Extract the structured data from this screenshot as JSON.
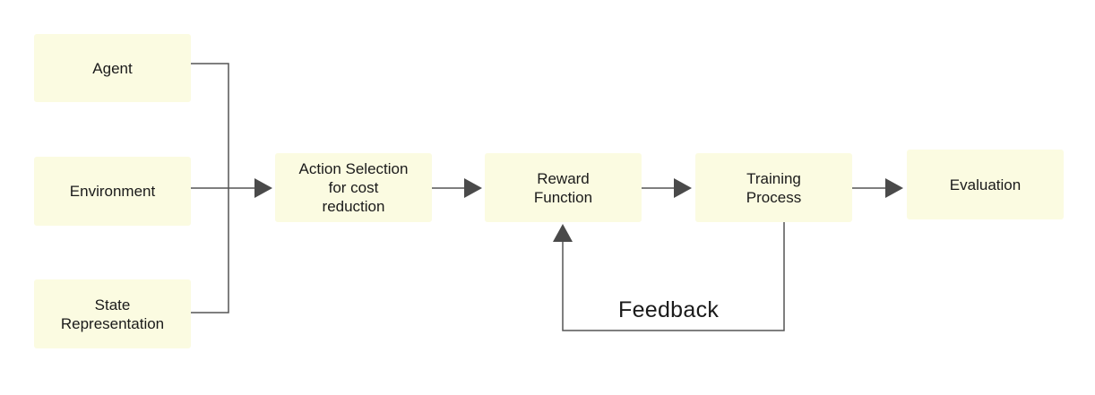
{
  "nodes": {
    "agent": "Agent",
    "environment": "Environment",
    "state_representation": "State\nRepresentation",
    "action_selection": "Action Selection\nfor cost\nreduction",
    "reward_function": "Reward\nFunction",
    "training_process": "Training\nProcess",
    "evaluation": "Evaluation"
  },
  "feedback_label": "Feedback",
  "colors": {
    "node_fill": "#fbfbe1",
    "line": "#555555",
    "arrowhead": "#4a4a4a"
  }
}
